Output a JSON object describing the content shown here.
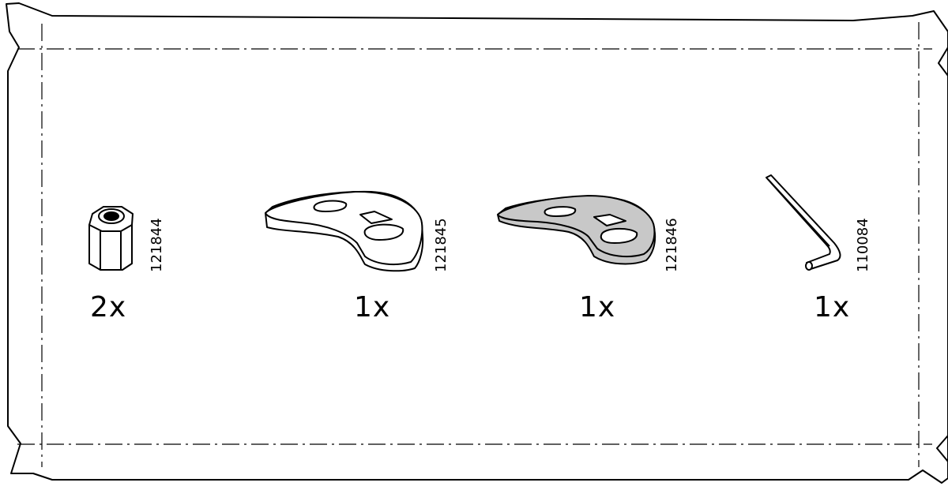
{
  "colors": {
    "outline": "#000000",
    "washer_fill": "#c8c8c8",
    "background": "#ffffff"
  },
  "parts": [
    {
      "icon": "spacer-nut-icon",
      "part_number": "121844",
      "quantity": "2x"
    },
    {
      "icon": "washer-white-icon",
      "part_number": "121845",
      "quantity": "1x"
    },
    {
      "icon": "washer-grey-icon",
      "part_number": "121846",
      "quantity": "1x"
    },
    {
      "icon": "allen-key-icon",
      "part_number": "110084",
      "quantity": "1x"
    }
  ]
}
